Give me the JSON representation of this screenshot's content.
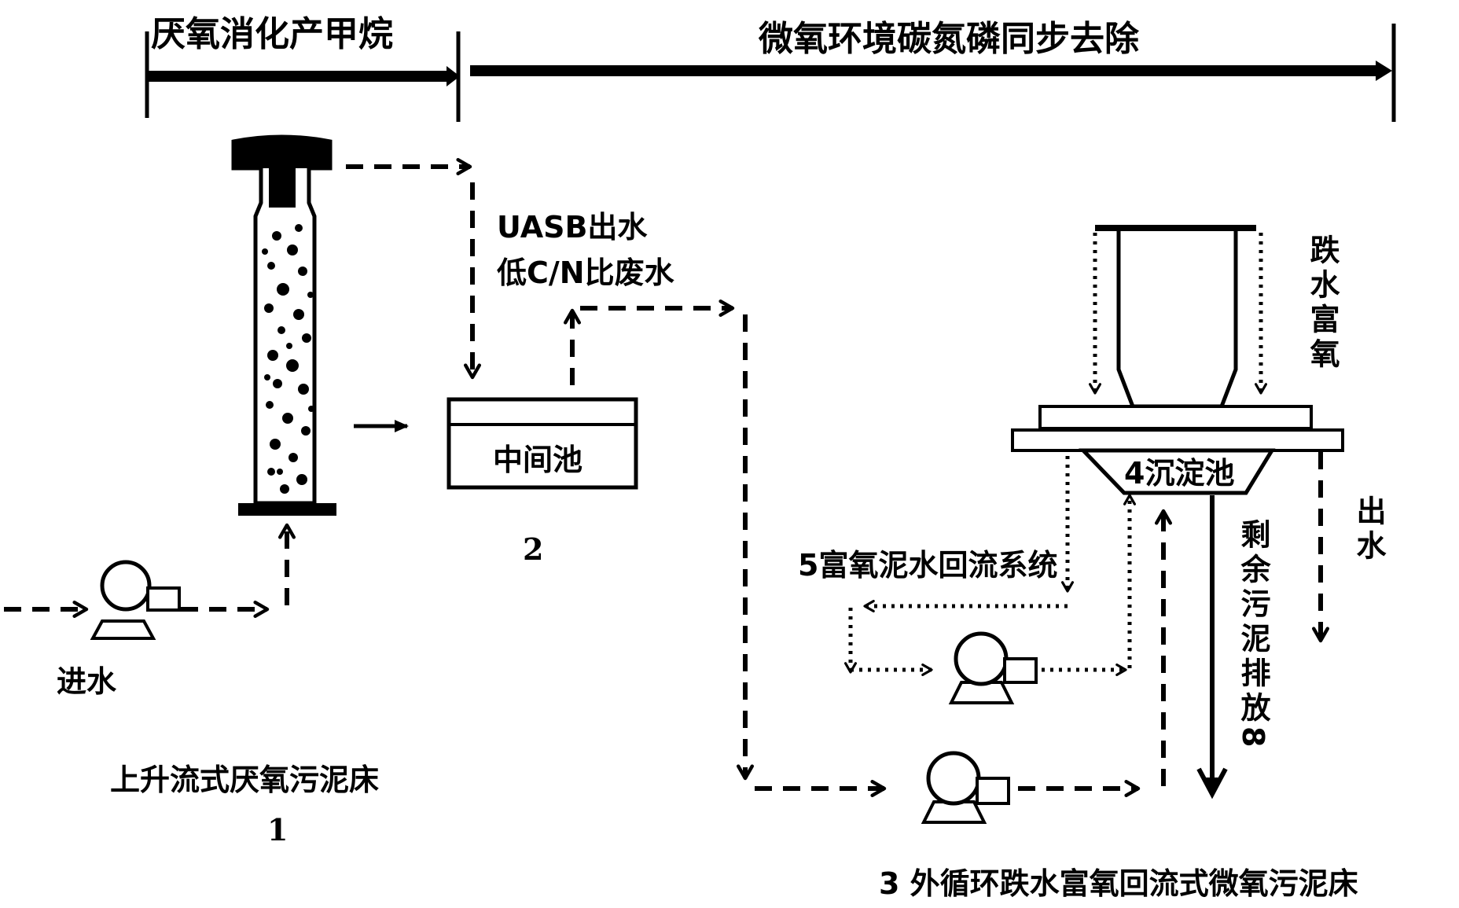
{
  "header": {
    "stage1_label": "厌氧消化产甲烷",
    "stage2_label": "微氧环境碳氮磷同步去除"
  },
  "labels": {
    "inflow": "进水",
    "uasb_outflow": "UASB出水",
    "low_cn_wastewater": "低C/N比废水",
    "intermediate_tank": "中间池",
    "intermediate_tank_number": "2",
    "uasb_name": "上升流式厌氧污泥床",
    "uasb_number": "1",
    "drop_aeration": "跌水富氧",
    "sedimentation_tank": "4沉淀池",
    "recycle_system": "5富氧泥水回流系统",
    "outflow": "出水",
    "sludge_discharge": "剩余污泥排放8",
    "reactor_name": "3 外循环跌水富氧回流式微氧污泥床"
  },
  "colors": {
    "ink": "#000000",
    "background": "#ffffff"
  }
}
